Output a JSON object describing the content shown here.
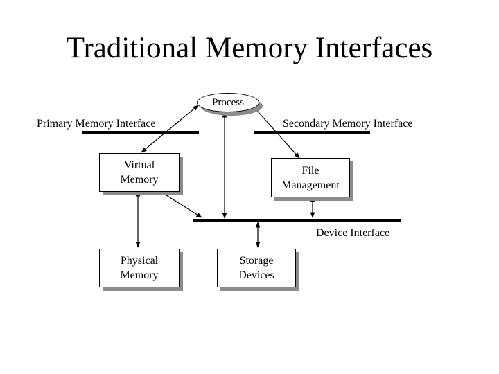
{
  "title": "Traditional Memory Interfaces",
  "process": "Process",
  "interfaces": {
    "primary": "Primary Memory Interface",
    "secondary": "Secondary Memory Interface",
    "device": "Device Interface"
  },
  "boxes": {
    "virtual_memory": [
      "Virtual",
      "Memory"
    ],
    "file_management": [
      "File",
      "Management"
    ],
    "physical_memory": [
      "Physical",
      "Memory"
    ],
    "storage_devices": [
      "Storage",
      "Devices"
    ]
  }
}
